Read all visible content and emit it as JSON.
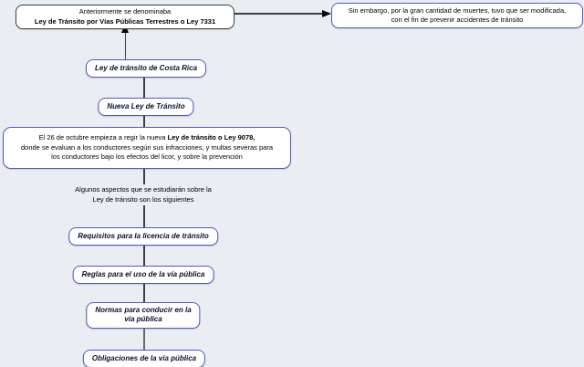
{
  "diagram": {
    "title": "Ley de tránsito de Costa Rica concept map",
    "colors": {
      "background": "#e9eef2",
      "node_border": "#5656c0",
      "dark_border": "#3f3f3f",
      "node_fill": "#ffffff",
      "node_text": "#0c0c2e",
      "connector": "#3f3f3f",
      "arrow": "#000000"
    },
    "nodes": {
      "former_law": {
        "line1": "Anteriormente se denominaba",
        "line2": "Ley de Tránsito por Vías Públicas Terrestres o Ley 7331"
      },
      "modified": {
        "line1": "Sin embargo, por la gran cantidad de muertes, tuvo que ser modificada,",
        "line2": "con el fin de prevenir accidentes de tránsito"
      },
      "root": {
        "label": "Ley de tránsito de Costa Rica"
      },
      "new_law": {
        "label": "Nueva Ley de Tránsito"
      },
      "law_9078": {
        "line1_pre": "El 26 de octubre empieza a regir la nueva ",
        "line1_bold": "Ley de tránsito o Ley 9078,",
        "line2": "donde se evaluan a los conductores según sus infracciones, y multas severas para",
        "line3": "los conductores bajo los efectos del licor, y sobre la prevención"
      },
      "aspects_note": {
        "line1": "Algunos aspectos que se estudiarán sobre la",
        "line2": "Ley de tránsito son los siguientes"
      },
      "requisitos": {
        "label": "Requisitos para la licencia de tránsito"
      },
      "reglas": {
        "label": "Reglas para el uso de la vía pública"
      },
      "normas": {
        "line1": "Normas para conducir en la",
        "line2": "vía pública"
      },
      "obligaciones": {
        "label": "Obligaciones de la vía pública"
      }
    }
  }
}
